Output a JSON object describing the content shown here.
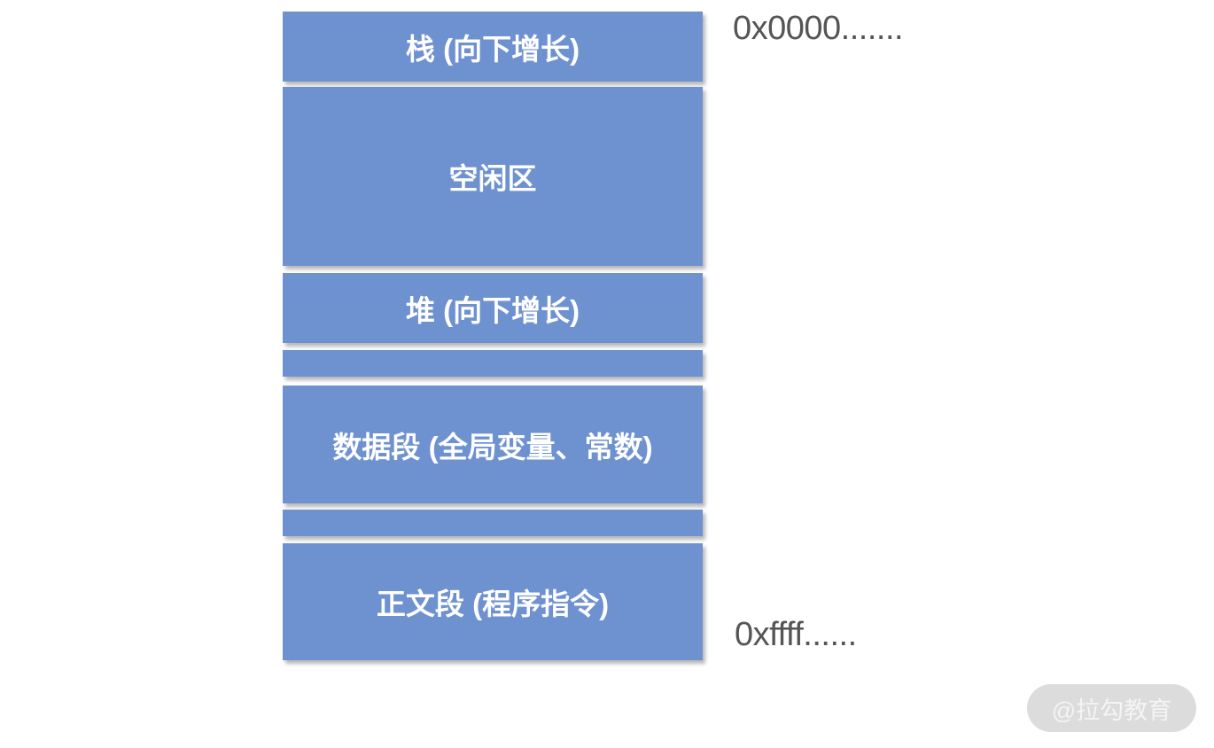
{
  "segments": [
    {
      "label": "栈 (向下增长)"
    },
    {
      "label": "空闲区"
    },
    {
      "label": "堆 (向下增长)"
    },
    {
      "label": ""
    },
    {
      "label": "数据段 (全局变量、常数)"
    },
    {
      "label": ""
    },
    {
      "label": "正文段 (程序指令)"
    }
  ],
  "addresses": {
    "top": "0x0000.......",
    "bottom": "0xffff......"
  },
  "watermark": "@拉勾教育",
  "colors": {
    "segment": "#6e91d0",
    "address_text": "#555555"
  }
}
